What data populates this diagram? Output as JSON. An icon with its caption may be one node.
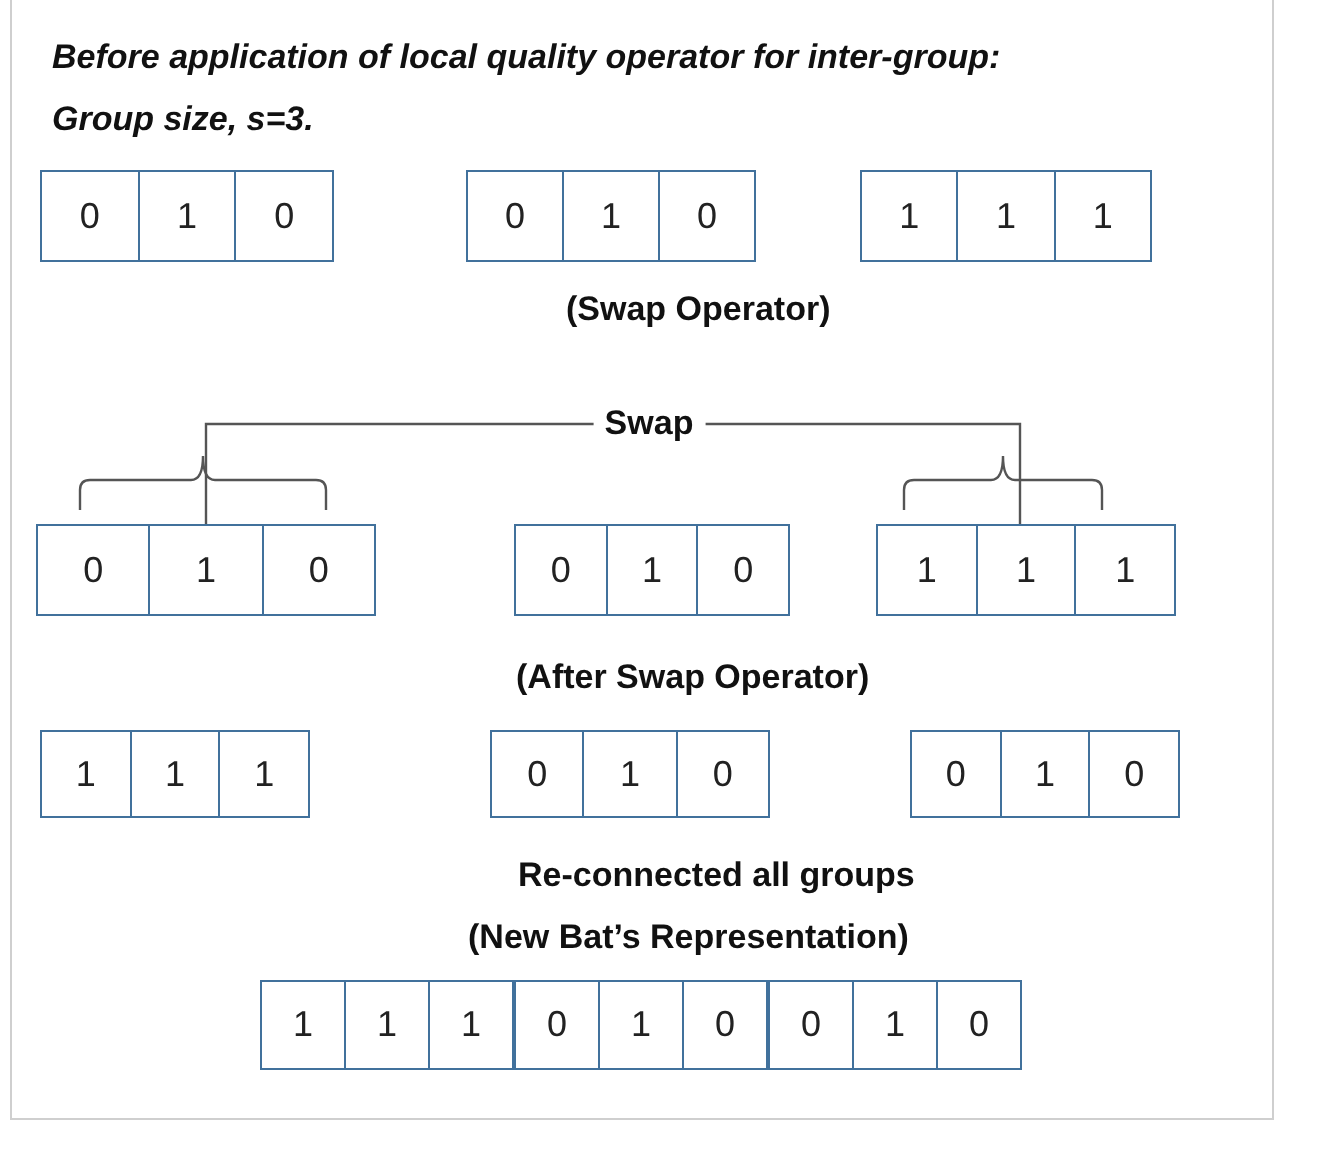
{
  "diagram": {
    "title": "Before application of local quality operator for inter-group:",
    "nodes": [
      {
        "text": [],
        "shape": "box"
      },
      {
        "text": [
          "0"
        ],
        "in": 0
      },
      {
        "text": [
          "1"
        ],
        "in": 0
      },
      {
        "text": [
          "0"
        ],
        "in": 0
      },
      {
        "text": [],
        "shape": "box"
      },
      {
        "text": [
          "0"
        ],
        "in": 4
      },
      {
        "text": [
          "1"
        ],
        "in": 4
      },
      {
        "text": [
          "0"
        ],
        "in": 4
      },
      {
        "text": [],
        "shape": "box"
      },
      {
        "text": [
          "1"
        ],
        "in": 8
      },
      {
        "text": [
          "1"
        ],
        "in": 8
      },
      {
        "text": [
          "1"
        ],
        "in": 8
      },
      {
        "text": [],
        "shape": "box"
      },
      {
        "text": [
          "0"
        ],
        "in": 12
      },
      {
        "text": [
          "1"
        ],
        "in": 12
      },
      {
        "text": [
          "0"
        ],
        "in": 12
      },
      {
        "text": [],
        "shape": "box"
      },
      {
        "text": [
          "0"
        ],
        "in": 16
      },
      {
        "text": [
          "1"
        ],
        "in": 16
      },
      {
        "text": [
          "0"
        ],
        "in": 16
      },
      {
        "text": [],
        "shape": "box"
      },
      {
        "text": [
          "1"
        ],
        "in": 20
      },
      {
        "text": [
          "1"
        ],
        "in": 20
      },
      {
        "text": [
          "1"
        ],
        "in": 20
      },
      {
        "text": [],
        "shape": "box"
      },
      {
        "text": [
          "1"
        ],
        "in": 24
      },
      {
        "text": [
          "1"
        ],
        "in": 24
      },
      {
        "text": [
          "1"
        ],
        "in": 24
      },
      {
        "text": [],
        "shape": "box"
      },
      {
        "text": [
          "0"
        ],
        "in": 28
      },
      {
        "text": [
          "1"
        ],
        "in": 28
      },
      {
        "text": [
          "0"
        ],
        "in": 28
      },
      {
        "text": [],
        "shape": "box"
      },
      {
        "text": [
          "0"
        ],
        "in": 32
      },
      {
        "text": [
          "1"
        ],
        "in": 32
      },
      {
        "text": [
          "0"
        ],
        "in": 32
      },
      {
        "text": [],
        "shape": "box"
      },
      {
        "text": [
          "1"
        ],
        "in": 36
      },
      {
        "text": [
          "1"
        ],
        "in": 36
      },
      {
        "text": [
          "1"
        ],
        "in": 36
      },
      {
        "text": [],
        "shape": "box"
      },
      {
        "text": [
          "0"
        ],
        "in": 40
      },
      {
        "text": [
          "1"
        ],
        "in": 40
      },
      {
        "text": [
          "0"
        ],
        "in": 40
      },
      {
        "text": [],
        "shape": "box"
      },
      {
        "text": [
          "0"
        ],
        "in": 44
      },
      {
        "text": [
          "1"
        ],
        "in": 44
      },
      {
        "text": [
          "0"
        ],
        "in": 44
      }
    ],
    "edges": [
      {
        "from": 12,
        "to": 20,
        "arrow": "none",
        "label": "Swap"
      }
    ],
    "labels": [
      "Group size, s=3.",
      "(Swap Operator)",
      "(After Swap Operator)",
      "Re-connected all groups",
      "(New Bat’s Representation)"
    ]
  }
}
